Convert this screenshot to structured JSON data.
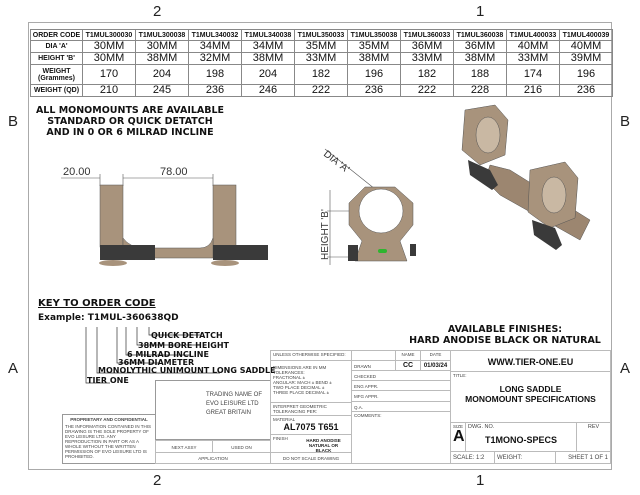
{
  "zones": {
    "top_left": "2",
    "top_right": "1",
    "bottom_left": "2",
    "bottom_right": "1",
    "left_b": "B",
    "right_b": "B",
    "left_a": "A",
    "right_a": "A"
  },
  "spec_table": {
    "row_headers": [
      "ORDER CODE",
      "DIA 'A'",
      "HEIGHT 'B'",
      "WEIGHT (Grammes)",
      "WEIGHT (QD)"
    ],
    "order_codes": [
      "T1MUL300030",
      "T1MUL300038",
      "T1MUL340032",
      "T1MUL340038",
      "T1MUL350033",
      "T1MUL350038",
      "T1MUL360033",
      "T1MUL360038",
      "T1MUL400033",
      "T1MUL400039"
    ],
    "dia_a": [
      "30MM",
      "30MM",
      "34MM",
      "34MM",
      "35MM",
      "35MM",
      "36MM",
      "36MM",
      "40MM",
      "40MM"
    ],
    "height_b": [
      "30MM",
      "38MM",
      "32MM",
      "38MM",
      "33MM",
      "38MM",
      "33MM",
      "38MM",
      "33MM",
      "39MM"
    ],
    "weight": [
      "170",
      "204",
      "198",
      "204",
      "182",
      "196",
      "182",
      "188",
      "174",
      "196"
    ],
    "weight_qd": [
      "210",
      "245",
      "236",
      "246",
      "222",
      "236",
      "222",
      "228",
      "216",
      "236"
    ]
  },
  "availability_note": [
    "ALL MONOMOUNTS ARE AVAILABLE",
    "STANDARD OR QUICK DETATCH",
    "AND IN 0 OR 6 MILRAD INCLINE"
  ],
  "dimensions": {
    "left": "20.00",
    "span": "78.00",
    "dia": "DIA 'A'",
    "height": "HEIGHT 'B'"
  },
  "key": {
    "title": "KEY TO ORDER CODE",
    "example": "Example: T1MUL-360638QD",
    "items": [
      "QUICK DETATCH",
      "38MM BORE HEIGHT",
      "6 MILRAD INCLINE",
      "36MM DIAMETER",
      "MONOLYTHIC UNIMOUNT LONG SADDLE",
      "TIER ONE"
    ]
  },
  "finishes": {
    "title": "AVAILABLE FINISHES:",
    "value": "HARD ANODISE BLACK OR NATURAL"
  },
  "colors": {
    "mount_tan": "#a8937c",
    "mount_dark": "#3a3a3a",
    "level_green": "#2fb52f"
  },
  "title_block": {
    "proprietary_title": "PROPRIETARY AND CONFIDENTIAL",
    "proprietary_text": "THE INFORMATION CONTAINED IN THIS DRAWING IS THE SOLE PROPERTY OF EVO LEISURE LTD.  ANY REPRODUCTION IN PART OR AS A WHOLE WITHOUT THE WRITTEN PERMISSION OF EVO LEISURE LTD IS PROHIBITED.",
    "trading": [
      "TRADING NAME OF",
      "EVO LEISURE LTD",
      "GREAT BRITAIN"
    ],
    "next_assy": "NEXT ASSY",
    "used_on": "USED ON",
    "application": "APPLICATION",
    "unless": "UNLESS OTHERWISE SPECIFIED:",
    "tolerances": [
      "DIMENSIONS ARE IN MM",
      "TOLERANCES:",
      "FRACTIONAL ±",
      "ANGULAR: MACH ±    BEND ±",
      "TWO PLACE DECIMAL    ±",
      "THREE PLACE DECIMAL  ±"
    ],
    "interpret": "INTERPRET GEOMETRIC TOLERANCING PER:",
    "material_label": "MATERIAL",
    "material": "AL7075 T651",
    "finish_label": "FINISH",
    "finish": "HARD ANODISE NATURAL OR BLACK",
    "do_not_scale": "DO NOT SCALE DRAWING",
    "name_hdr": "NAME",
    "date_hdr": "DATE",
    "rows": [
      "DRAWN",
      "CHECKED",
      "ENG APPR.",
      "MFG APPR.",
      "Q.A.",
      "COMMENTS:"
    ],
    "drawn_name": "CC",
    "drawn_date": "01/03/24",
    "website": "WWW.TIER-ONE.EU",
    "title_label": "TITLE:",
    "title": [
      "LONG SADDLE",
      "MONOMOUNT SPECIFICATIONS"
    ],
    "size_label": "SIZE",
    "size": "A",
    "dwg_label": "DWG.  NO.",
    "dwg_no": "T1MONO-SPECS",
    "rev_label": "REV",
    "scale": "SCALE: 1:2",
    "weight": "WEIGHT:",
    "sheet": "SHEET 1 OF 1"
  }
}
